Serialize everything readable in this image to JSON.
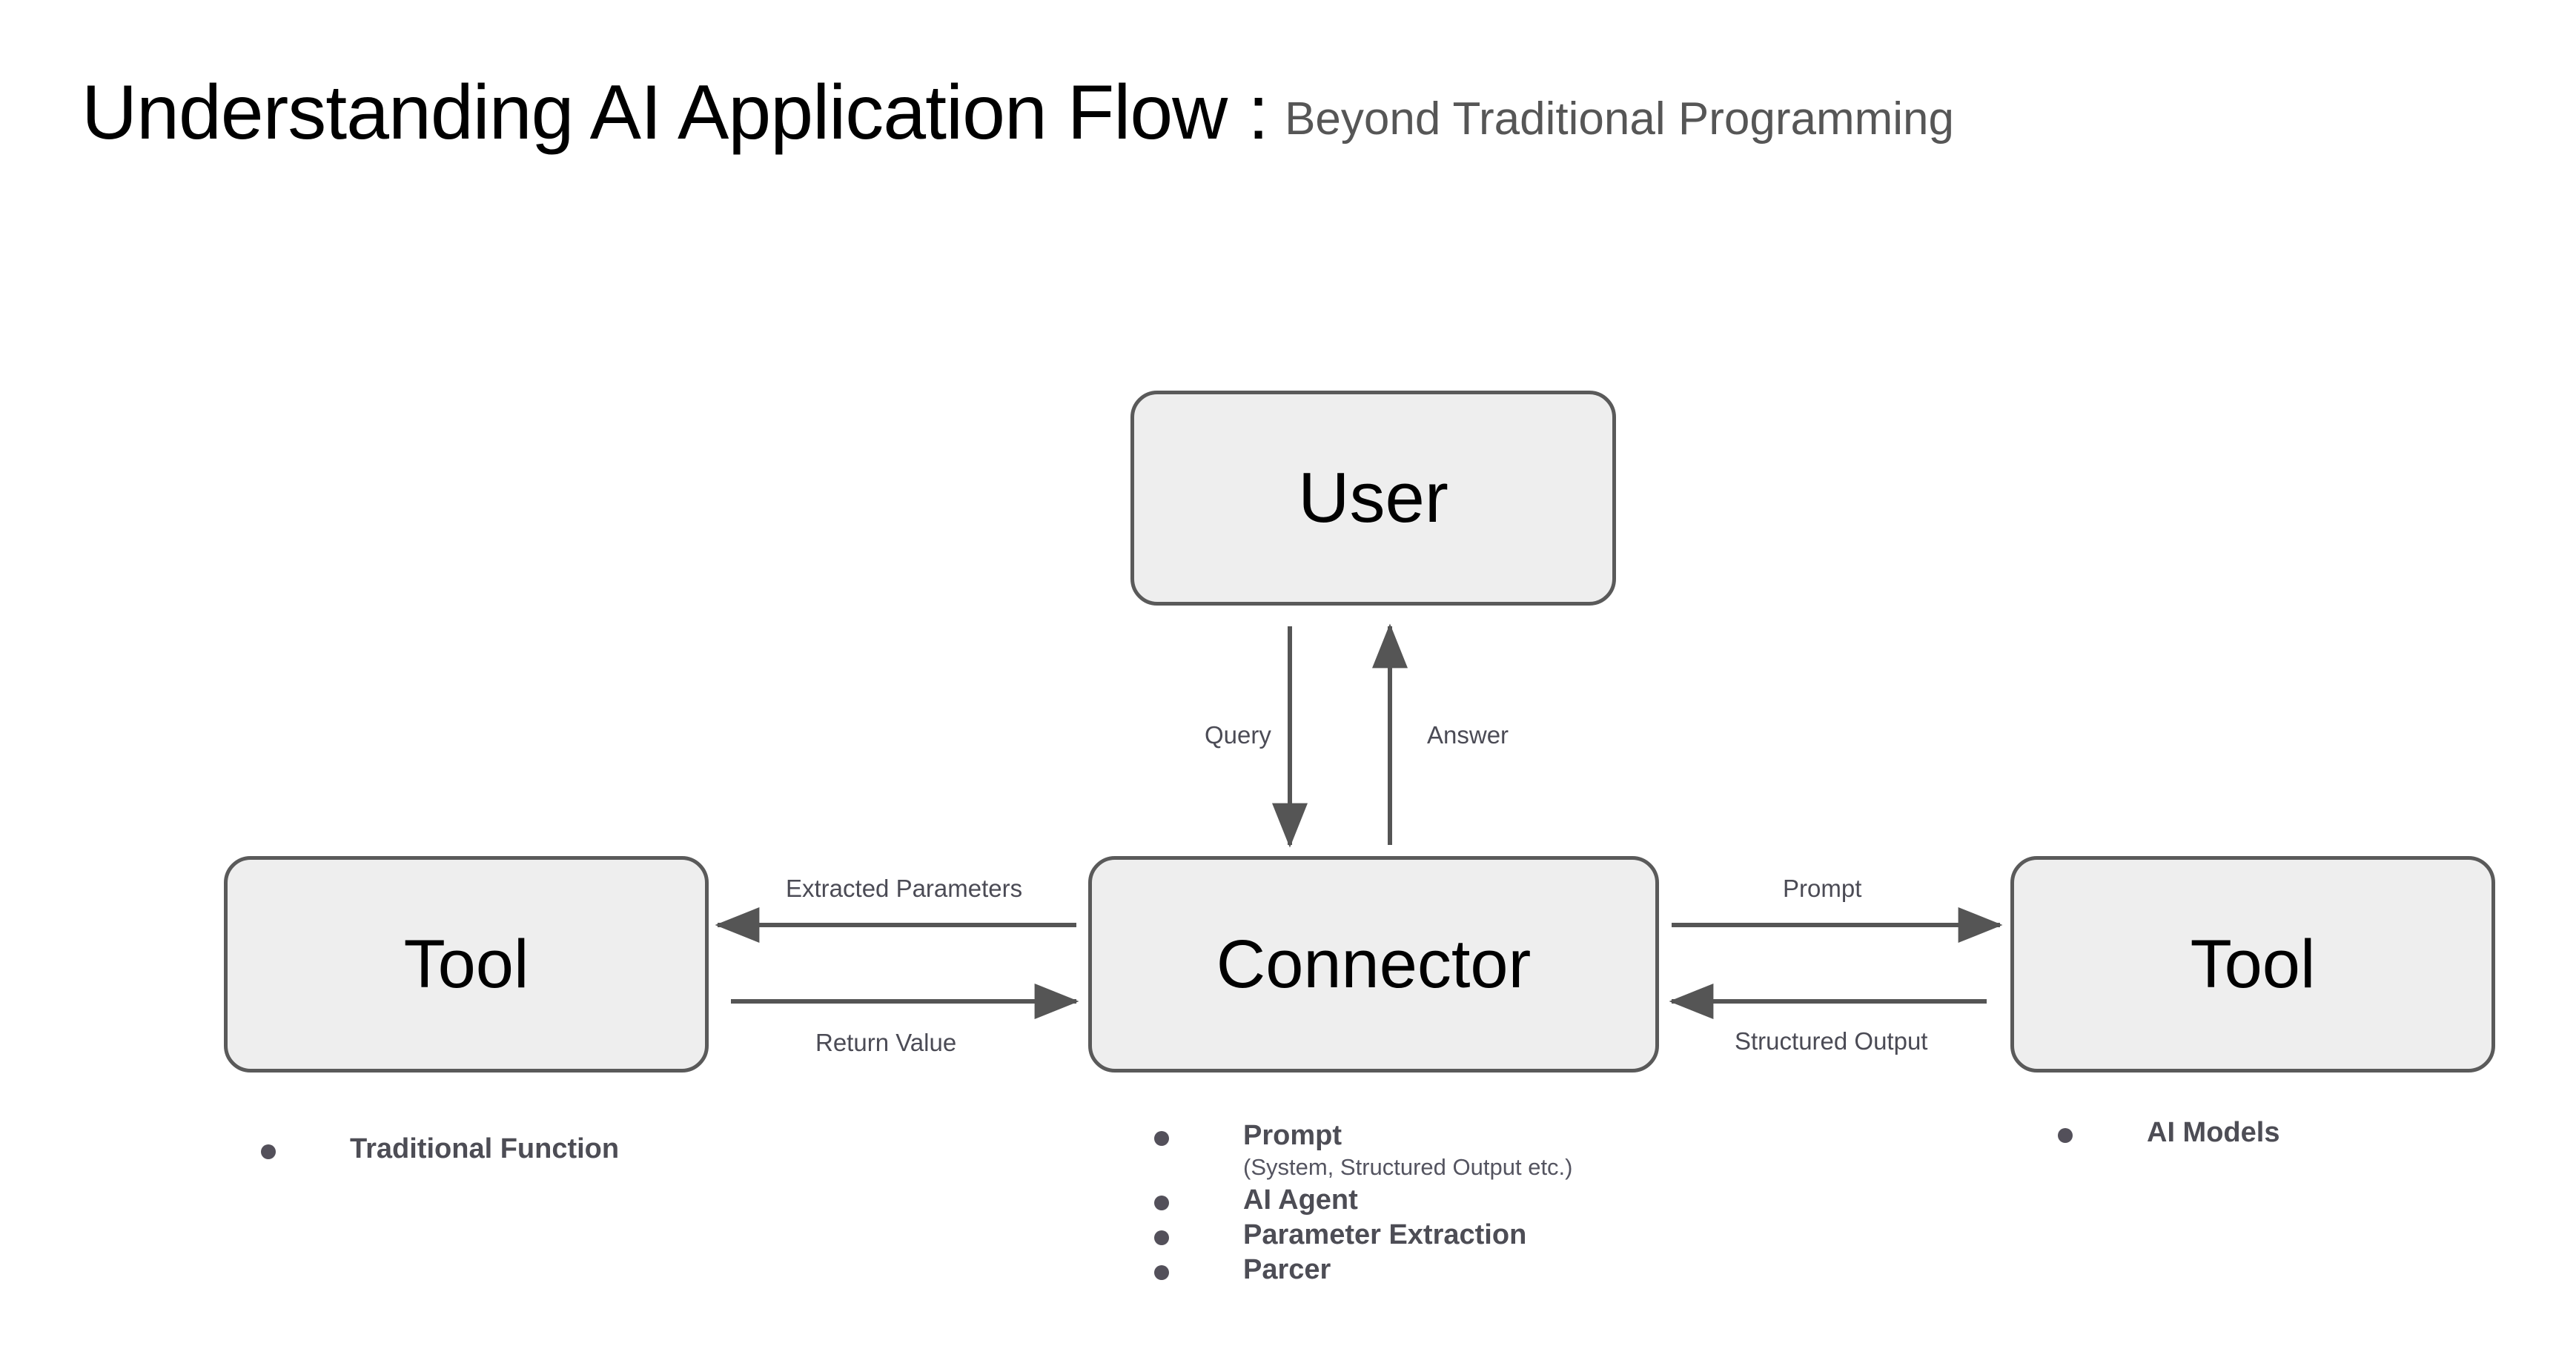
{
  "title": {
    "main": "Understanding AI Application Flow :",
    "subtitle": "Beyond Traditional Programming"
  },
  "nodes": {
    "user": "User",
    "connector": "Connector",
    "tool_left": "Tool",
    "tool_right": "Tool"
  },
  "edges": {
    "query": "Query",
    "answer": "Answer",
    "extracted_parameters": "Extracted Parameters",
    "return_value": "Return Value",
    "prompt": "Prompt",
    "structured_output": "Structured Output"
  },
  "bullets": {
    "left": [
      {
        "text": "Traditional Function",
        "sub": ""
      }
    ],
    "center": [
      {
        "text": "Prompt",
        "sub": "(System, Structured Output etc.)"
      },
      {
        "text": "AI Agent",
        "sub": ""
      },
      {
        "text": "Parameter Extraction",
        "sub": ""
      },
      {
        "text": "Parcer",
        "sub": ""
      }
    ],
    "right": [
      {
        "text": "AI Models",
        "sub": ""
      }
    ]
  },
  "colors": {
    "node_fill": "#eeeeee",
    "node_border": "#5a5a5a",
    "arrow": "#555555",
    "edge_label": "#4b4b55",
    "bullet_text": "#4d4d55",
    "title_main": "#000000",
    "title_sub": "#565656",
    "background": "#ffffff"
  }
}
